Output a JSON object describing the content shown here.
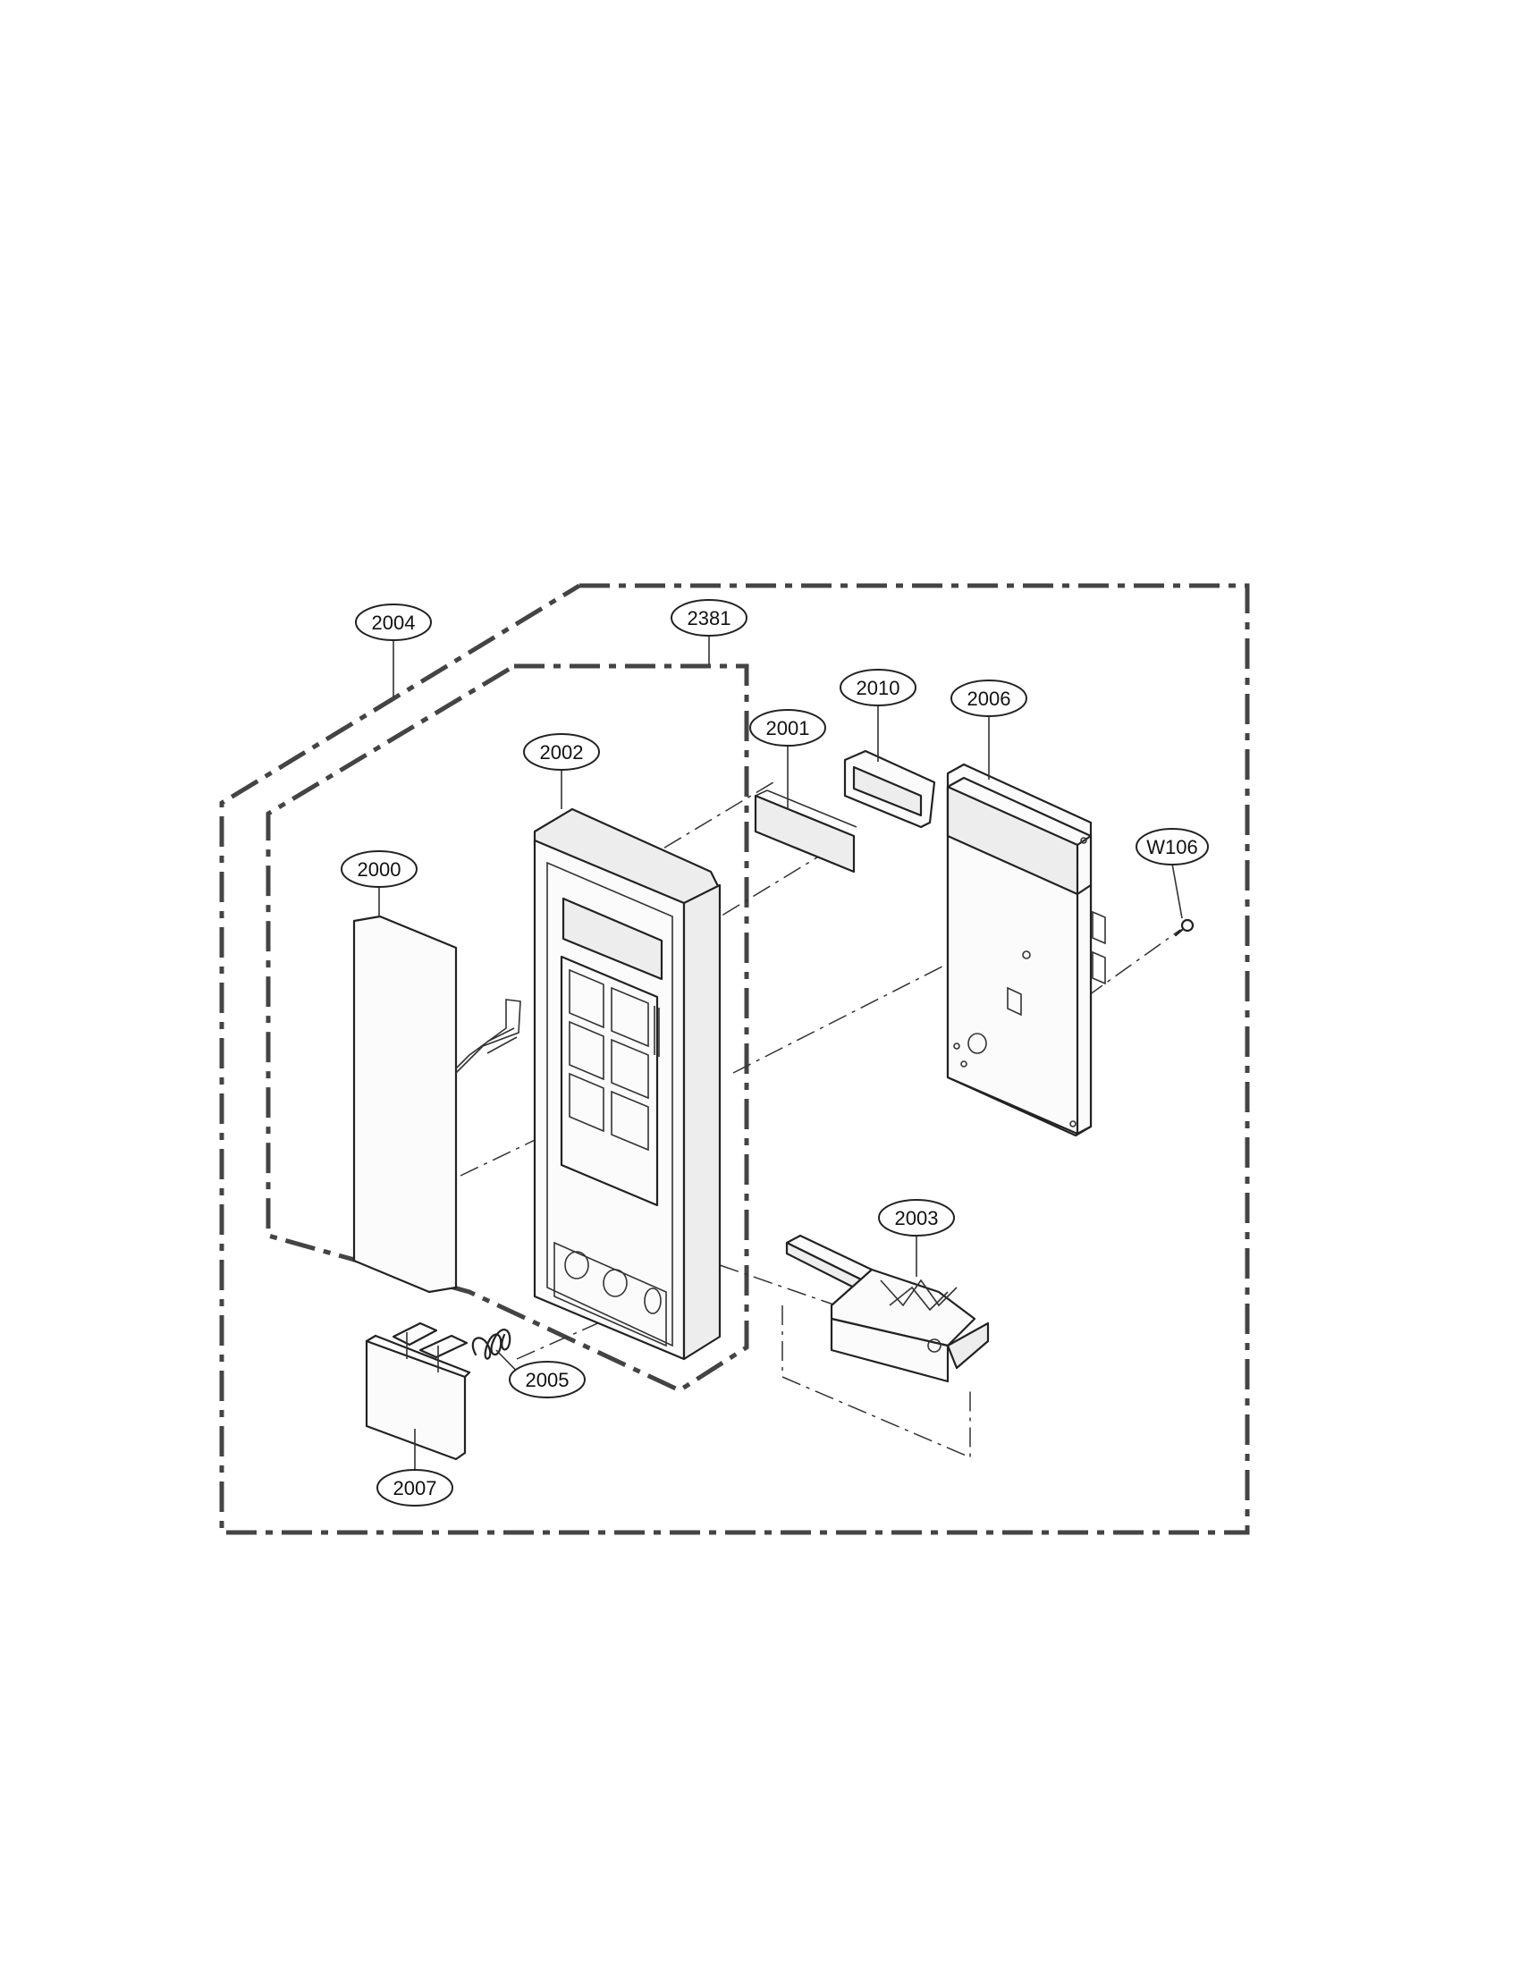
{
  "callouts": {
    "p2004": "2004",
    "p2381": "2381",
    "p2002": "2002",
    "p2001": "2001",
    "p2010": "2010",
    "p2006": "2006",
    "pW106": "W106",
    "p2000": "2000",
    "p2003": "2003",
    "p2005": "2005",
    "p2007": "2007"
  }
}
